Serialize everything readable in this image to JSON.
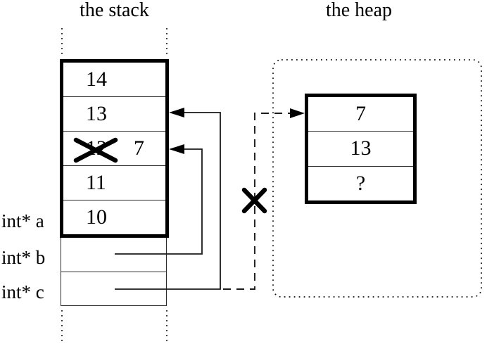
{
  "titles": {
    "stack": "the stack",
    "heap": "the heap"
  },
  "stack": {
    "cells": [
      {
        "value": "14"
      },
      {
        "value": "13"
      },
      {
        "value": "12",
        "crossed_out": true,
        "new_value": "7"
      },
      {
        "value": "11"
      },
      {
        "value": "10"
      }
    ],
    "pointer_labels": [
      {
        "label": "int* a"
      },
      {
        "label": "int* b"
      },
      {
        "label": "int* c"
      }
    ]
  },
  "heap": {
    "cells": [
      {
        "value": "7"
      },
      {
        "value": "13"
      },
      {
        "value": "?"
      }
    ]
  },
  "marks": {
    "crossed_value_icon": "cross-out-icon",
    "broken_pointer_icon": "cross-out-icon"
  },
  "colors": {
    "line": "#000000",
    "background": "#ffffff"
  }
}
